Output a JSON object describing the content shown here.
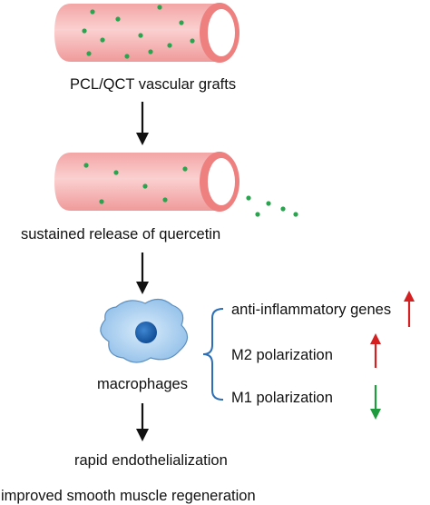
{
  "steps": {
    "graft_label": "PCL/QCT vascular grafts",
    "release_label": "sustained release of quercetin",
    "macrophage_label": "macrophages",
    "endothelial_label": "rapid endothelialization",
    "smooth_muscle_label": "improved smooth muscle regeneration"
  },
  "effects": [
    {
      "label": "anti-inflammatory genes",
      "direction": "up",
      "color": "#d42020"
    },
    {
      "label": "M2 polarization",
      "direction": "up",
      "color": "#d42020"
    },
    {
      "label": "M1 polarization",
      "direction": "down",
      "color": "#1f9a3c"
    }
  ],
  "colors": {
    "tube_body": "#f6b1b1",
    "tube_rim": "#ef8686",
    "dot": "#2aa44f",
    "cell": "#9fc9ee",
    "nucleus": "#1b5fae",
    "brace": "#2d6fb7"
  }
}
